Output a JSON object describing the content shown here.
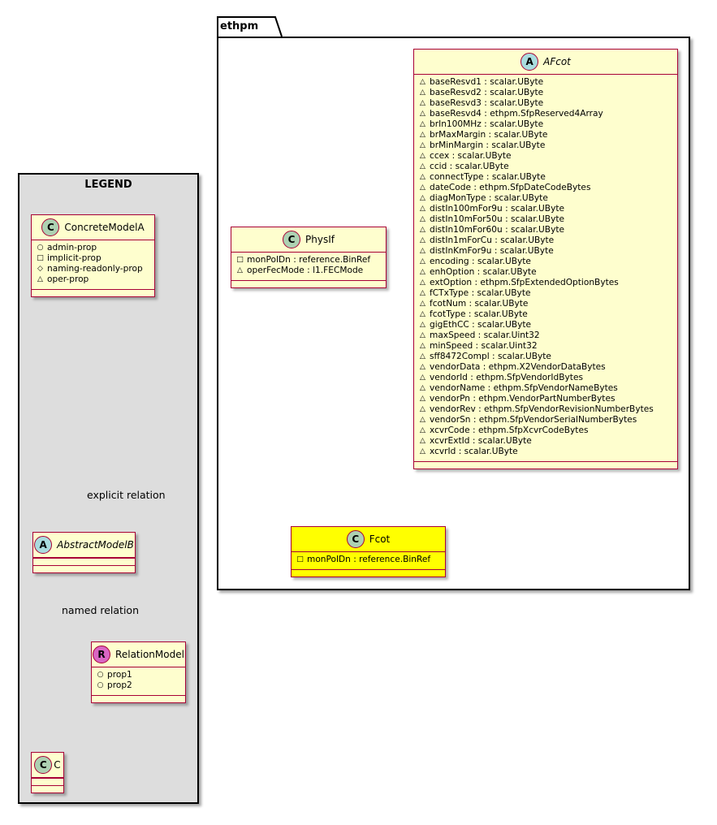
{
  "colors": {
    "class_fill": "#fefece",
    "class_border": "#a80036",
    "highlight_fill": "#ffff00",
    "legend_fill": "#dddddd",
    "class_badge": "#add1b2",
    "abstract_badge": "#a9dcdf",
    "relation_badge": "#d966c3"
  },
  "legend": {
    "title": "LEGEND",
    "concrete": {
      "badge": "C",
      "name": "ConcreteModelA",
      "attributes": [
        {
          "vis": "+",
          "visibility": "public",
          "text": "admin-prop"
        },
        {
          "vis": "-",
          "visibility": "private",
          "text": "implicit-prop"
        },
        {
          "vis": "#",
          "visibility": "protected",
          "text": "naming-readonly-prop"
        },
        {
          "vis": "~",
          "visibility": "package",
          "text": "oper-prop"
        }
      ]
    },
    "explicit_relation_label": "explicit relation",
    "abstract": {
      "badge": "A",
      "name": "AbstractModelB"
    },
    "named_relation_label": "named relation",
    "relation_model": {
      "badge": "R",
      "name": "RelationModel",
      "attributes": [
        {
          "vis": "+",
          "visibility": "public",
          "text": "prop1"
        },
        {
          "vis": "+",
          "visibility": "public",
          "text": "prop2"
        }
      ]
    },
    "c_class": {
      "badge": "C",
      "name": "C"
    }
  },
  "package": {
    "name": "ethpm",
    "afcot": {
      "badge": "A",
      "name": "AFcot",
      "attributes": [
        {
          "vis": "~",
          "visibility": "package",
          "text": "baseResvd1 : scalar.UByte"
        },
        {
          "vis": "~",
          "visibility": "package",
          "text": "baseResvd2 : scalar.UByte"
        },
        {
          "vis": "~",
          "visibility": "package",
          "text": "baseResvd3 : scalar.UByte"
        },
        {
          "vis": "~",
          "visibility": "package",
          "text": "baseResvd4 : ethpm.SfpReserved4Array"
        },
        {
          "vis": "~",
          "visibility": "package",
          "text": "brIn100MHz : scalar.UByte"
        },
        {
          "vis": "~",
          "visibility": "package",
          "text": "brMaxMargin : scalar.UByte"
        },
        {
          "vis": "~",
          "visibility": "package",
          "text": "brMinMargin : scalar.UByte"
        },
        {
          "vis": "~",
          "visibility": "package",
          "text": "ccex : scalar.UByte"
        },
        {
          "vis": "~",
          "visibility": "package",
          "text": "ccid : scalar.UByte"
        },
        {
          "vis": "~",
          "visibility": "package",
          "text": "connectType : scalar.UByte"
        },
        {
          "vis": "~",
          "visibility": "package",
          "text": "dateCode : ethpm.SfpDateCodeBytes"
        },
        {
          "vis": "~",
          "visibility": "package",
          "text": "diagMonType : scalar.UByte"
        },
        {
          "vis": "~",
          "visibility": "package",
          "text": "distIn100mFor9u : scalar.UByte"
        },
        {
          "vis": "~",
          "visibility": "package",
          "text": "distIn10mFor50u : scalar.UByte"
        },
        {
          "vis": "~",
          "visibility": "package",
          "text": "distIn10mFor60u : scalar.UByte"
        },
        {
          "vis": "~",
          "visibility": "package",
          "text": "distIn1mForCu : scalar.UByte"
        },
        {
          "vis": "~",
          "visibility": "package",
          "text": "distInKmFor9u : scalar.UByte"
        },
        {
          "vis": "~",
          "visibility": "package",
          "text": "encoding : scalar.UByte"
        },
        {
          "vis": "~",
          "visibility": "package",
          "text": "enhOption : scalar.UByte"
        },
        {
          "vis": "~",
          "visibility": "package",
          "text": "extOption : ethpm.SfpExtendedOptionBytes"
        },
        {
          "vis": "~",
          "visibility": "package",
          "text": "fCTxType : scalar.UByte"
        },
        {
          "vis": "~",
          "visibility": "package",
          "text": "fcotNum : scalar.UByte"
        },
        {
          "vis": "~",
          "visibility": "package",
          "text": "fcotType : scalar.UByte"
        },
        {
          "vis": "~",
          "visibility": "package",
          "text": "gigEthCC : scalar.UByte"
        },
        {
          "vis": "~",
          "visibility": "package",
          "text": "maxSpeed : scalar.Uint32"
        },
        {
          "vis": "~",
          "visibility": "package",
          "text": "minSpeed : scalar.Uint32"
        },
        {
          "vis": "~",
          "visibility": "package",
          "text": "sff8472Compl : scalar.UByte"
        },
        {
          "vis": "~",
          "visibility": "package",
          "text": "vendorData : ethpm.X2VendorDataBytes"
        },
        {
          "vis": "~",
          "visibility": "package",
          "text": "vendorId : ethpm.SfpVendorIdBytes"
        },
        {
          "vis": "~",
          "visibility": "package",
          "text": "vendorName : ethpm.SfpVendorNameBytes"
        },
        {
          "vis": "~",
          "visibility": "package",
          "text": "vendorPn : ethpm.VendorPartNumberBytes"
        },
        {
          "vis": "~",
          "visibility": "package",
          "text": "vendorRev : ethpm.SfpVendorRevisionNumberBytes"
        },
        {
          "vis": "~",
          "visibility": "package",
          "text": "vendorSn : ethpm.SfpVendorSerialNumberBytes"
        },
        {
          "vis": "~",
          "visibility": "package",
          "text": "xcvrCode : ethpm.SfpXcvrCodeBytes"
        },
        {
          "vis": "~",
          "visibility": "package",
          "text": "xcvrExtId : scalar.UByte"
        },
        {
          "vis": "~",
          "visibility": "package",
          "text": "xcvrId : scalar.UByte"
        }
      ]
    },
    "physif": {
      "badge": "C",
      "name": "PhysIf",
      "attributes": [
        {
          "vis": "-",
          "visibility": "private",
          "text": "monPolDn : reference.BinRef"
        },
        {
          "vis": "~",
          "visibility": "package",
          "text": "operFecMode : l1.FECMode"
        }
      ]
    },
    "fcot": {
      "badge": "C",
      "name": "Fcot",
      "attributes": [
        {
          "vis": "-",
          "visibility": "private",
          "text": "monPolDn : reference.BinRef"
        }
      ]
    }
  }
}
